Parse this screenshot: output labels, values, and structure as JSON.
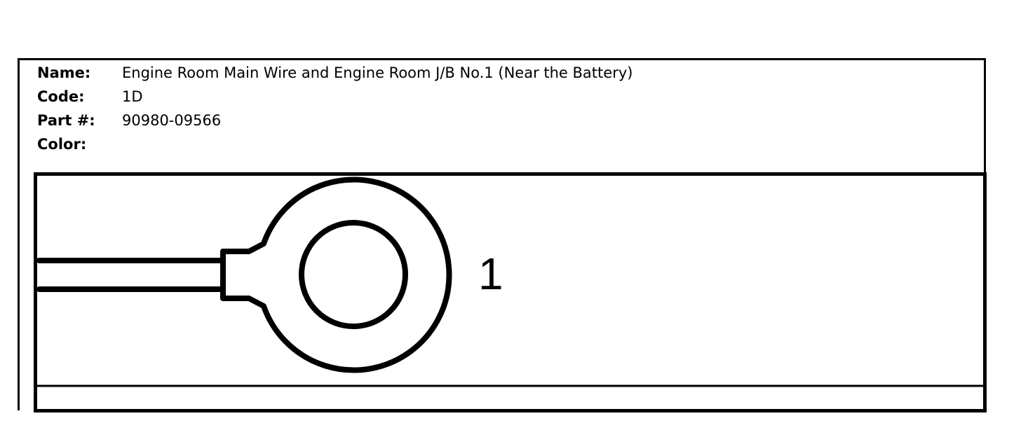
{
  "header": {
    "name_label": "Name:",
    "name_value": "Engine Room Main Wire and Engine Room J/B No.1 (Near the Battery)",
    "code_label": "Code:",
    "code_value": "1D",
    "part_label": "Part #:",
    "part_value": "90980-09566",
    "color_label": "Color:",
    "color_value": ""
  },
  "diagram": {
    "terminal_type": "ring-terminal",
    "pin_number": "1"
  }
}
